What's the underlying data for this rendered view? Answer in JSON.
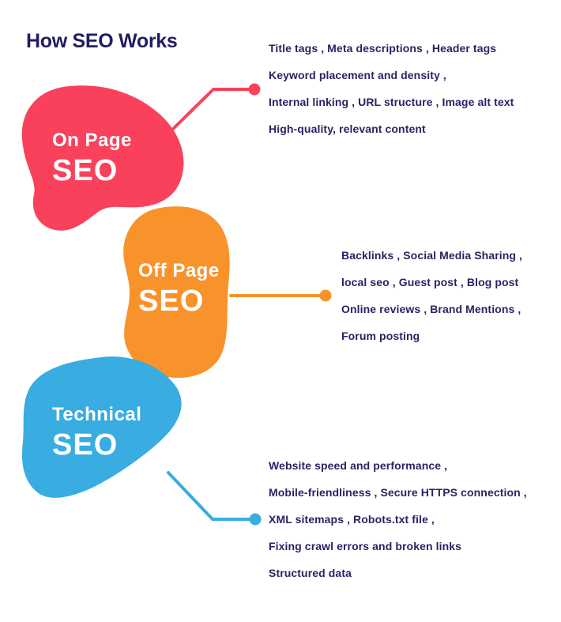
{
  "page": {
    "title": "How SEO Works",
    "background_color": "#ffffff",
    "text_color": "#292364",
    "title_color": "#221d61"
  },
  "sections": [
    {
      "id": "on-page",
      "label_line1": "On Page",
      "label_line2": "SEO",
      "color": "#F9415B",
      "items": [
        "Title tags , Meta descriptions , Header tags",
        "Keyword placement and density ,",
        "Internal linking , URL structure , Image alt text",
        "High-quality, relevant content"
      ]
    },
    {
      "id": "off-page",
      "label_line1": "Off Page",
      "label_line2": "SEO",
      "color": "#F8932B",
      "items": [
        "Backlinks , Social Media Sharing ,",
        "local seo , Guest post , Blog post",
        "Online reviews , Brand Mentions ,",
        "Forum posting"
      ]
    },
    {
      "id": "technical",
      "label_line1": "Technical",
      "label_line2": "SEO",
      "color": "#39ACE1",
      "items": [
        "Website speed and performance ,",
        "Mobile-friendliness , Secure HTTPS connection ,",
        "XML sitemaps , Robots.txt file ,",
        "Fixing crawl errors and broken links",
        "Structured data"
      ]
    }
  ]
}
